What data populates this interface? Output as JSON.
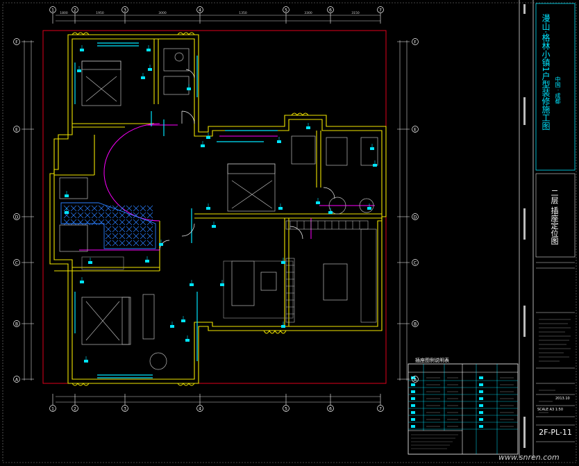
{
  "drawing": {
    "sheet_number": "2F-PL-11",
    "sheet_title": "二层 插座定位图",
    "project_title": "漫山·格林小镇1户型装修施工图",
    "project_subtitle": "中国 · 成都",
    "legend_title": "插座图例说明表",
    "watermark": "www.snren.com",
    "scale_row": "SCALE  A3  1:50",
    "date_row": "2013.10"
  },
  "grid": {
    "top_markers": [
      "1",
      "2",
      "3",
      "4",
      "5",
      "6",
      "7"
    ],
    "left_markers": [
      "F",
      "E",
      "D",
      "C",
      "B",
      "A"
    ],
    "top_dims": [
      "1800",
      "1950",
      "3000",
      "1350",
      "3300",
      "3150"
    ]
  },
  "colors": {
    "wall_yellow": "#f2e600",
    "frame_red": "#e0001c",
    "cyan": "#00e5ff",
    "magenta": "#ff00ff",
    "white": "#ffffff",
    "grey": "#9a9a9a",
    "dim_white": "#cfcfcf"
  },
  "icons": {
    "outlet": "socket-icon",
    "bed": "bed-icon",
    "sofa": "sofa-icon",
    "table": "table-icon"
  }
}
